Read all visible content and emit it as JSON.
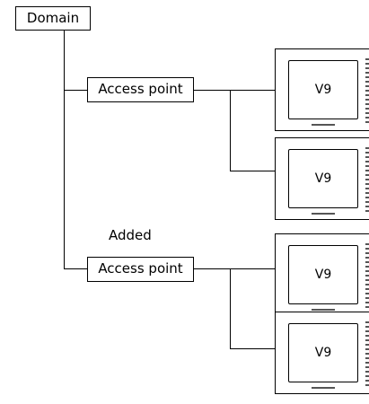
{
  "domain_label": "Domain",
  "access_points": [
    {
      "label": "Access point"
    },
    {
      "label": "Access point"
    }
  ],
  "added_label": "Added",
  "devices": [
    {
      "label": "V9"
    },
    {
      "label": "V9"
    },
    {
      "label": "V9"
    },
    {
      "label": "V9"
    }
  ]
}
